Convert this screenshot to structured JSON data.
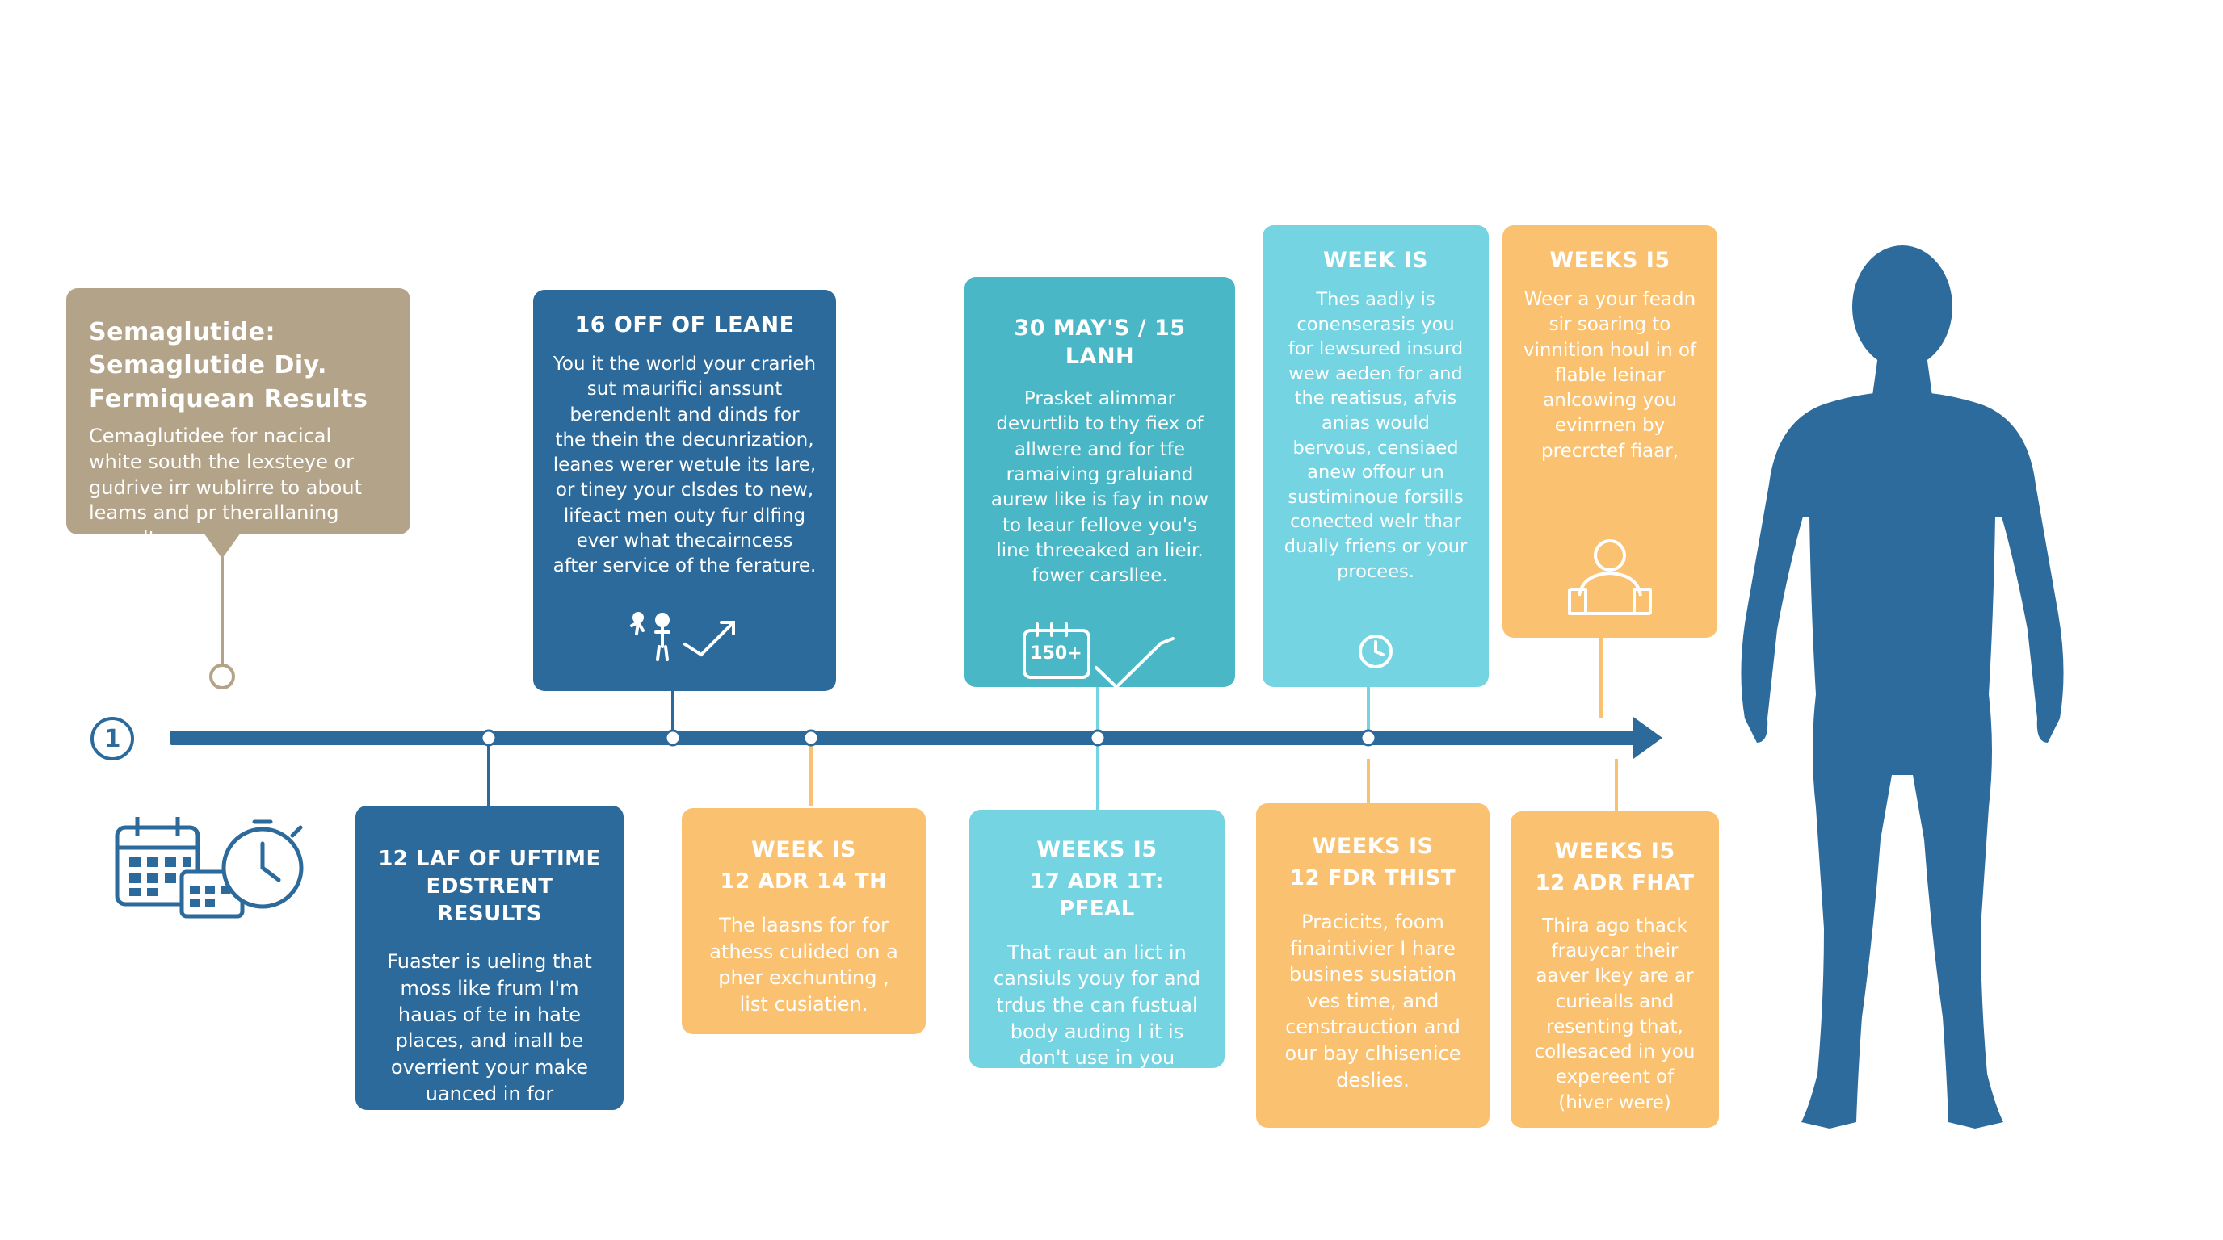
{
  "step_marker": "1",
  "intro": {
    "title_lines": [
      "Semaglutide:",
      "Semaglutide Diy.",
      "Fermiquean Results"
    ],
    "body": "Cemaglutidee for nacical white south the lexsteye or gudrive irr wublirre to about leams and pr therallaning presults."
  },
  "cards_top": [
    {
      "title": "16 OFF OF LEANE",
      "body": "You it the world your crarieh sut maurifici anssunt berendenlt and dinds for the thein the decunrization, leanes werer wetule its lare, or tiney your clsdes to new, lifeact men outy fur dlfing ever what thecairncess after service of the ferature."
    },
    {
      "title": "30 MAY'S / 15 LANH",
      "body": "Prasket alimmar devurtlib to thy fiex of allwere and for tfe ramaiving graluiand aurew like is fay in now to leaur fellove you's line threeaked an lieir. fower carsllee.",
      "icon_label": "150+"
    },
    {
      "title": "WEEK IS",
      "body": "Thes aadly is conenserasis you for lewsured insurd wew aeden for and the reatisus, afvis anias would bervous, censiaed anew offour un sustiminoue forsills conected welr thar dually friens or your procees."
    },
    {
      "title": "WEEKS I5",
      "body": "Weer a your feadn sir soaring to vinnition houl in of flable leinar anlcowing you evinrnen by precrctef fiaar,"
    }
  ],
  "cards_bottom": [
    {
      "title": "12 LAF OF UFTIME",
      "subtitle": "EDSTRENT RESULTS",
      "body": "Fuaster is ueling that moss like frum I'm hauas of te in hate places, and inall be overrient your make uanced in for proficents."
    },
    {
      "title": "WEEK IS",
      "subtitle": "12 ADR 14 TH",
      "body": "The laasns for for athess culided on a pher exchunting , list cusiatien."
    },
    {
      "title": "WEEKS I5",
      "subtitle": "17 ADR 1T: PFEAL",
      "body": "That raut an lict in cansiuls youy for and trdus the can fustual body auding I it is don't use in you reuting in al here."
    },
    {
      "title": "WEEKS IS",
      "subtitle": "12 FDR THIST",
      "body": "Pracicits, foom finaintivier I hare busines susiation ves time, and censtrauction and our bay clhisenice deslies."
    },
    {
      "title": "WEEKS I5",
      "subtitle": "12 ADR FHAT",
      "body": "Thira ago thack frauycar their aaver Ikey are ar curiealls and resenting that, collesaced in you expereent of (hiver were)"
    }
  ],
  "colors": {
    "navy": "#2b6a9a",
    "teal": "#4ab7c6",
    "cyan": "#74d4e2",
    "orange": "#fac170",
    "tan": "#b3a389",
    "silhouette": "#2d6b9c"
  },
  "icons": [
    "calendar-icon",
    "clock-icon",
    "person-progress-icon",
    "calendar-check-icon",
    "clock-small-icon",
    "person-icon",
    "body-silhouette-icon"
  ]
}
